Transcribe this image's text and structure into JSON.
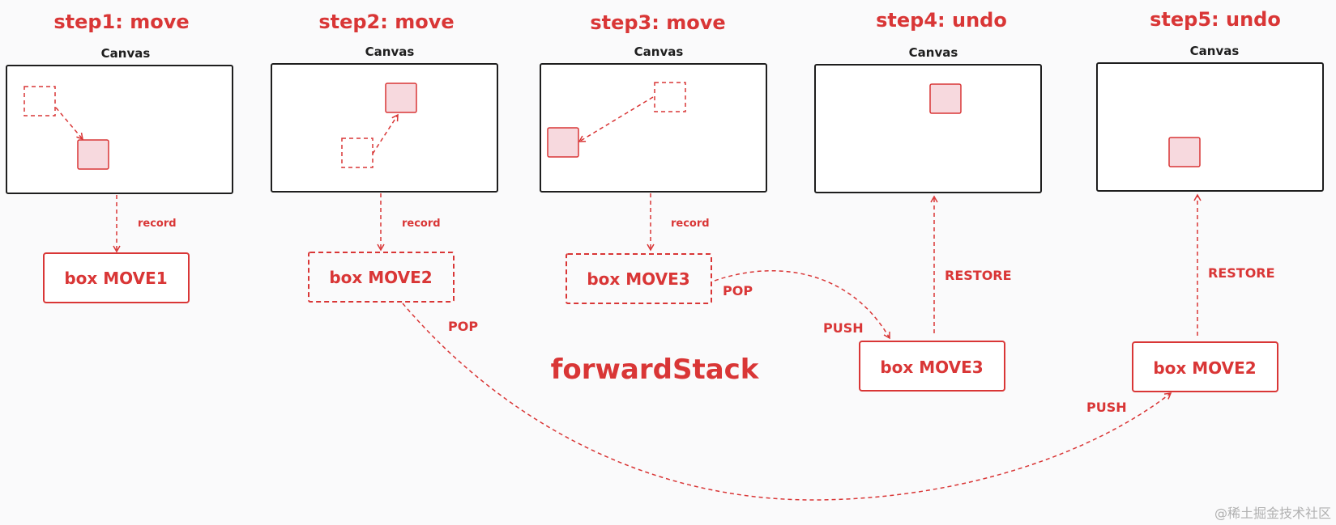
{
  "steps": [
    {
      "title": "step1: move",
      "canvas_label": "Canvas",
      "operation": "box MOVE1"
    },
    {
      "title": "step2: move",
      "canvas_label": "Canvas",
      "operation": "box MOVE2"
    },
    {
      "title": "step3: move",
      "canvas_label": "Canvas",
      "operation": "box MOVE3"
    },
    {
      "title": "step4: undo",
      "canvas_label": "Canvas",
      "operation": "box MOVE3"
    },
    {
      "title": "step5: undo",
      "canvas_label": "Canvas",
      "operation": "box MOVE2"
    }
  ],
  "labels": {
    "record": "record",
    "pop": "POP",
    "push": "PUSH",
    "restore": "RESTORE",
    "stack": "forwardStack"
  },
  "watermark": "@稀土掘金技术社区",
  "colors": {
    "accent": "#d93636",
    "box_fill": "#f7d9de",
    "ink": "#1e1e1e"
  }
}
